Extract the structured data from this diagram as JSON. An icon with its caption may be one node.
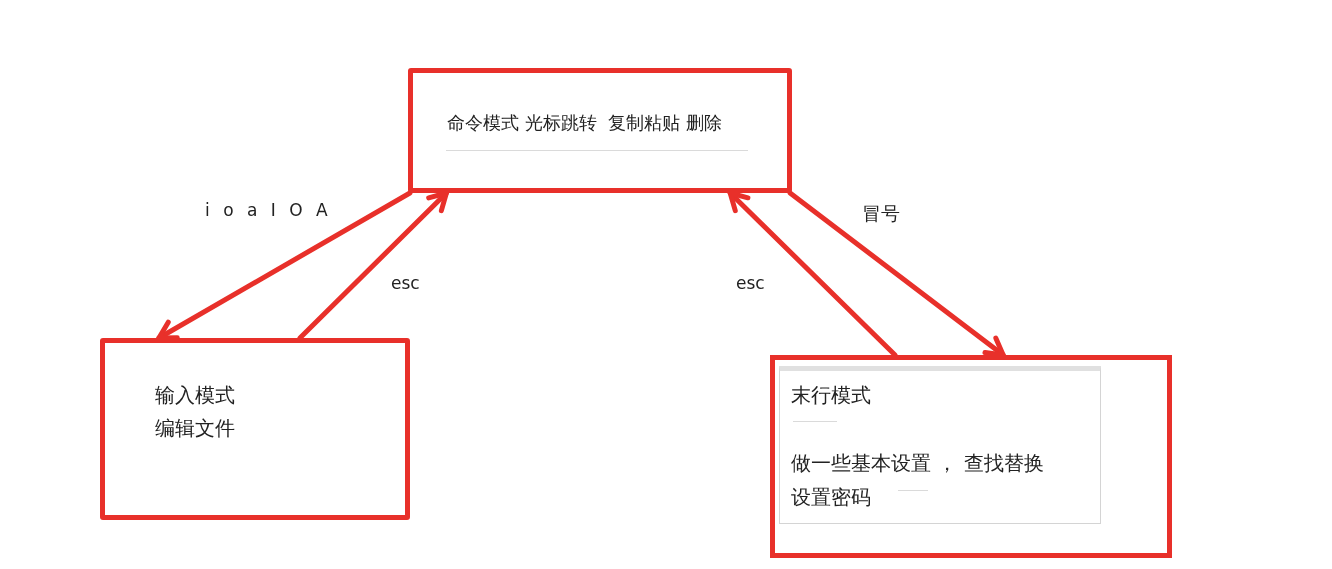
{
  "diagram": {
    "nodes": [
      {
        "text": [
          "命令模式 光标跳转  复制粘贴 删除"
        ]
      },
      {
        "text": [
          "输入模式",
          "编辑文件"
        ]
      },
      {
        "text": [],
        "shape": "box"
      },
      {
        "text": [
          "末行模式",
          "做一些基本设置 ， 查找替换",
          "设置密码"
        ],
        "in": 2
      }
    ],
    "edges": [
      {
        "from": 0,
        "to": 1,
        "arrow": "to",
        "label": "i o a I O A"
      },
      {
        "from": 1,
        "to": 0,
        "arrow": "to",
        "label": "esc"
      },
      {
        "from": 2,
        "to": 0,
        "arrow": "to",
        "label": "esc"
      },
      {
        "from": 0,
        "to": 2,
        "arrow": "to",
        "label": "冒号"
      }
    ]
  }
}
